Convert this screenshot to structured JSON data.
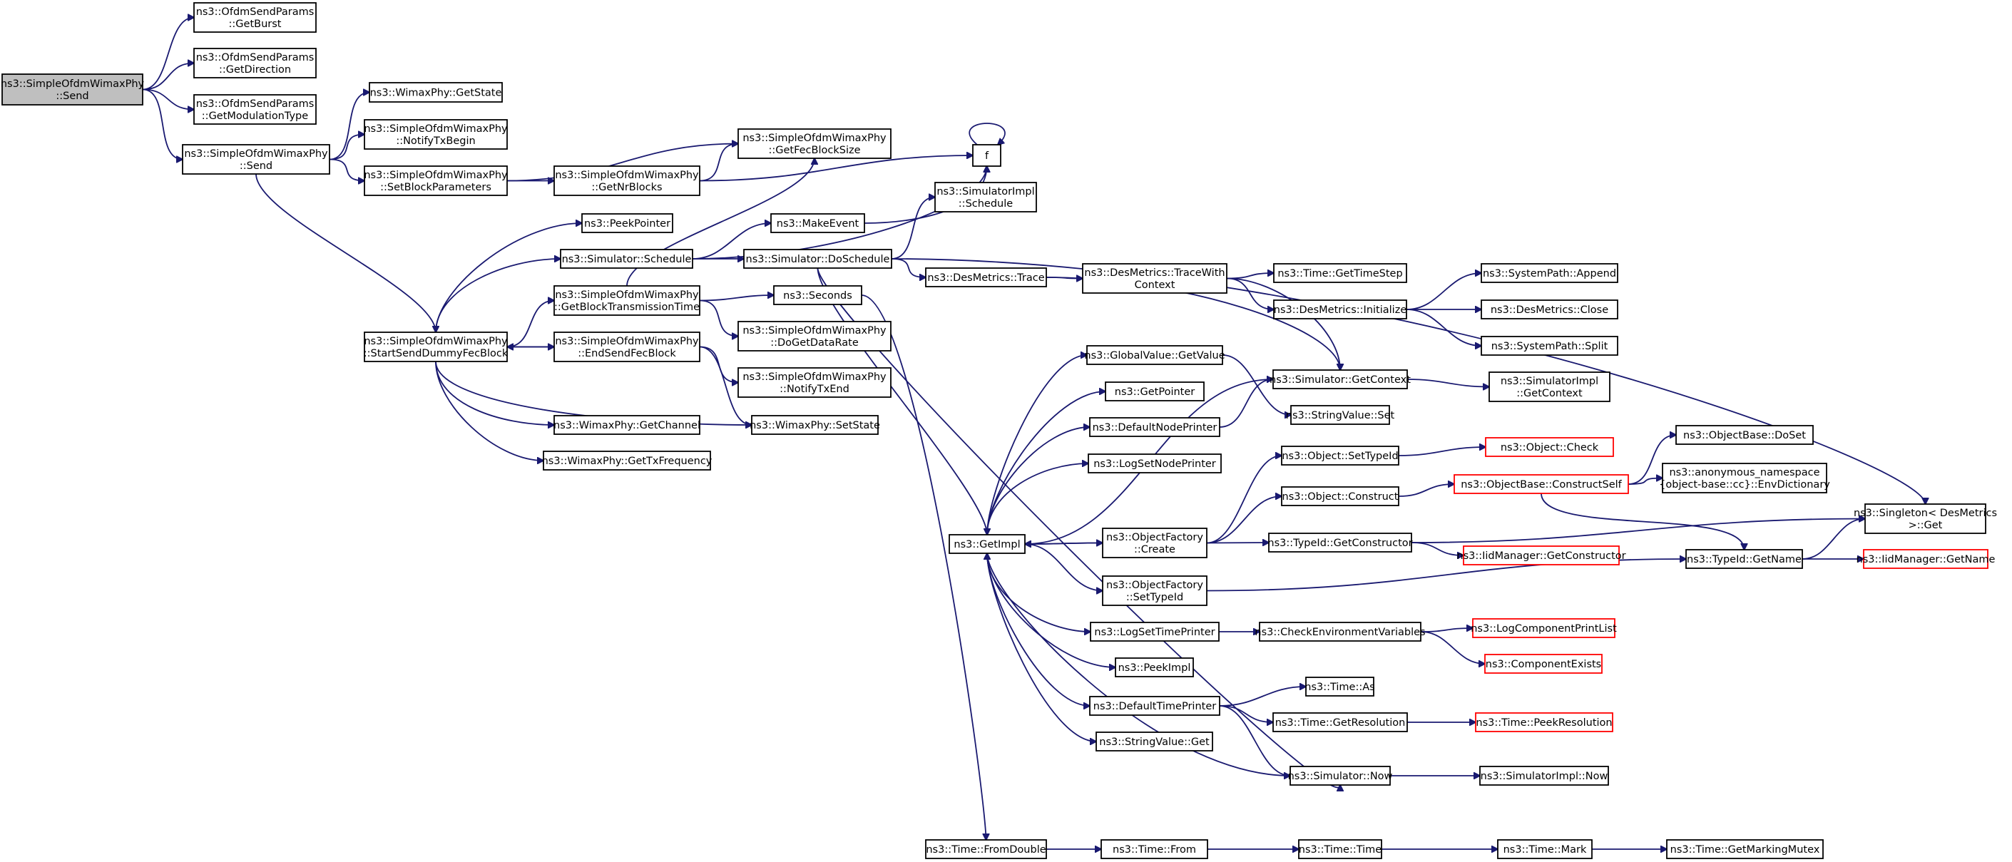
{
  "graph": {
    "nodes": [
      {
        "id": "root",
        "label": [
          "ns3::SimpleOfdmWimaxPhy",
          "::Send"
        ],
        "root": true
      },
      {
        "id": "getburst",
        "label": [
          "ns3::OfdmSendParams",
          "::GetBurst"
        ]
      },
      {
        "id": "getdirection",
        "label": [
          "ns3::OfdmSendParams",
          "::GetDirection"
        ]
      },
      {
        "id": "getmod",
        "label": [
          "ns3::OfdmSendParams",
          "::GetModulationType"
        ]
      },
      {
        "id": "send2",
        "label": [
          "ns3::SimpleOfdmWimaxPhy",
          "::Send"
        ]
      },
      {
        "id": "getstate",
        "label": [
          "ns3::WimaxPhy::GetState"
        ]
      },
      {
        "id": "notifytxbegin",
        "label": [
          "ns3::SimpleOfdmWimaxPhy",
          "::NotifyTxBegin"
        ]
      },
      {
        "id": "setblockparams",
        "label": [
          "ns3::SimpleOfdmWimaxPhy",
          "::SetBlockParameters"
        ]
      },
      {
        "id": "getfecblocksize",
        "label": [
          "ns3::SimpleOfdmWimaxPhy",
          "::GetFecBlockSize"
        ]
      },
      {
        "id": "getnrblocks",
        "label": [
          "ns3::SimpleOfdmWimaxPhy",
          "::GetNrBlocks"
        ]
      },
      {
        "id": "f",
        "label": [
          "f"
        ]
      },
      {
        "id": "peekpointer",
        "label": [
          "ns3::PeekPointer"
        ]
      },
      {
        "id": "schedule",
        "label": [
          "ns3::Simulator::Schedule"
        ]
      },
      {
        "id": "makeevent",
        "label": [
          "ns3::MakeEvent"
        ]
      },
      {
        "id": "simimplschedule",
        "label": [
          "ns3::SimulatorImpl",
          "::Schedule"
        ]
      },
      {
        "id": "doschedule",
        "label": [
          "ns3::Simulator::DoSchedule"
        ]
      },
      {
        "id": "startsend",
        "label": [
          "ns3::SimpleOfdmWimaxPhy",
          "::StartSendDummyFecBlock"
        ]
      },
      {
        "id": "getblocktt",
        "label": [
          "ns3::SimpleOfdmWimaxPhy",
          "::GetBlockTransmissionTime"
        ]
      },
      {
        "id": "seconds",
        "label": [
          "ns3::Seconds"
        ]
      },
      {
        "id": "dogetdatarate",
        "label": [
          "ns3::SimpleOfdmWimaxPhy",
          "::DoGetDataRate"
        ]
      },
      {
        "id": "endsend",
        "label": [
          "ns3::SimpleOfdmWimaxPhy",
          "::EndSendFecBlock"
        ]
      },
      {
        "id": "notifytxend",
        "label": [
          "ns3::SimpleOfdmWimaxPhy",
          "::NotifyTxEnd"
        ]
      },
      {
        "id": "getchannel",
        "label": [
          "ns3::WimaxPhy::GetChannel"
        ]
      },
      {
        "id": "setstate",
        "label": [
          "ns3::WimaxPhy::SetState"
        ]
      },
      {
        "id": "gettxfreq",
        "label": [
          "ns3::WimaxPhy::GetTxFrequency"
        ]
      },
      {
        "id": "desmtrace",
        "label": [
          "ns3::DesMetrics::Trace"
        ]
      },
      {
        "id": "tracewithcontext",
        "label": [
          "ns3::DesMetrics::TraceWith",
          "Context"
        ]
      },
      {
        "id": "gettimestep",
        "label": [
          "ns3::Time::GetTimeStep"
        ]
      },
      {
        "id": "desminit",
        "label": [
          "ns3::DesMetrics::Initialize"
        ]
      },
      {
        "id": "sysappend",
        "label": [
          "ns3::SystemPath::Append"
        ]
      },
      {
        "id": "desmclose",
        "label": [
          "ns3::DesMetrics::Close"
        ]
      },
      {
        "id": "syssplit",
        "label": [
          "ns3::SystemPath::Split"
        ]
      },
      {
        "id": "globalgetvalue",
        "label": [
          "ns3::GlobalValue::GetValue"
        ]
      },
      {
        "id": "getpointer",
        "label": [
          "ns3::GetPointer"
        ]
      },
      {
        "id": "defnodeprinter",
        "label": [
          "ns3::DefaultNodePrinter"
        ]
      },
      {
        "id": "logsetnodeprinter",
        "label": [
          "ns3::LogSetNodePrinter"
        ]
      },
      {
        "id": "simgetcontext",
        "label": [
          "ns3::Simulator::GetContext"
        ]
      },
      {
        "id": "simimplgetcontext",
        "label": [
          "ns3::SimulatorImpl",
          "::GetContext"
        ]
      },
      {
        "id": "stringvalueset",
        "label": [
          "ns3::StringValue::Set"
        ]
      },
      {
        "id": "objsettypeid",
        "label": [
          "ns3::Object::SetTypeId"
        ]
      },
      {
        "id": "objcheck",
        "label": [
          "ns3::Object::Check"
        ],
        "truncated": true
      },
      {
        "id": "objbasedoset",
        "label": [
          "ns3::ObjectBase::DoSet"
        ]
      },
      {
        "id": "envdict",
        "label": [
          "ns3::anonymous_namespace",
          "{object-base::cc}::EnvDictionary"
        ]
      },
      {
        "id": "objconstruct",
        "label": [
          "ns3::Object::Construct"
        ]
      },
      {
        "id": "constructself",
        "label": [
          "ns3::ObjectBase::ConstructSelf"
        ],
        "truncated": true
      },
      {
        "id": "getimpl",
        "label": [
          "ns3::GetImpl"
        ]
      },
      {
        "id": "objfactcreate",
        "label": [
          "ns3::ObjectFactory",
          "::Create"
        ]
      },
      {
        "id": "typeidgetctor",
        "label": [
          "ns3::TypeId::GetConstructor"
        ]
      },
      {
        "id": "iidgetctor",
        "label": [
          "ns3::IidManager::GetConstructor"
        ],
        "truncated": true
      },
      {
        "id": "singletonget",
        "label": [
          "ns3::Singleton< DesMetrics",
          ">::Get"
        ]
      },
      {
        "id": "typeidgetname",
        "label": [
          "ns3::TypeId::GetName"
        ]
      },
      {
        "id": "iidgetname",
        "label": [
          "ns3::IidManager::GetName"
        ],
        "truncated": true
      },
      {
        "id": "objfactsettypeid",
        "label": [
          "ns3::ObjectFactory",
          "::SetTypeId"
        ]
      },
      {
        "id": "logsettimeprinter",
        "label": [
          "ns3::LogSetTimePrinter"
        ]
      },
      {
        "id": "checkenvvars",
        "label": [
          "ns3::CheckEnvironmentVariables"
        ]
      },
      {
        "id": "logcompprintlist",
        "label": [
          "ns3::LogComponentPrintList"
        ],
        "truncated": true
      },
      {
        "id": "componentexists",
        "label": [
          "ns3::ComponentExists"
        ],
        "truncated": true
      },
      {
        "id": "peekimpl",
        "label": [
          "ns3::PeekImpl"
        ]
      },
      {
        "id": "deftimeprinter",
        "label": [
          "ns3::DefaultTimePrinter"
        ]
      },
      {
        "id": "timeas",
        "label": [
          "ns3::Time::As"
        ]
      },
      {
        "id": "timegetres",
        "label": [
          "ns3::Time::GetResolution"
        ]
      },
      {
        "id": "timepeekres",
        "label": [
          "ns3::Time::PeekResolution"
        ],
        "truncated": true
      },
      {
        "id": "stringvalueget",
        "label": [
          "ns3::StringValue::Get"
        ]
      },
      {
        "id": "simnow",
        "label": [
          "ns3::Simulator::Now"
        ]
      },
      {
        "id": "simimplnow",
        "label": [
          "ns3::SimulatorImpl::Now"
        ]
      },
      {
        "id": "timefromdouble",
        "label": [
          "ns3::Time::FromDouble"
        ]
      },
      {
        "id": "timefrom",
        "label": [
          "ns3::Time::From"
        ]
      },
      {
        "id": "timetime",
        "label": [
          "ns3::Time::Time"
        ]
      },
      {
        "id": "timemark",
        "label": [
          "ns3::Time::Mark"
        ]
      },
      {
        "id": "getmarkingmutex",
        "label": [
          "ns3::Time::GetMarkingMutex"
        ]
      }
    ]
  }
}
